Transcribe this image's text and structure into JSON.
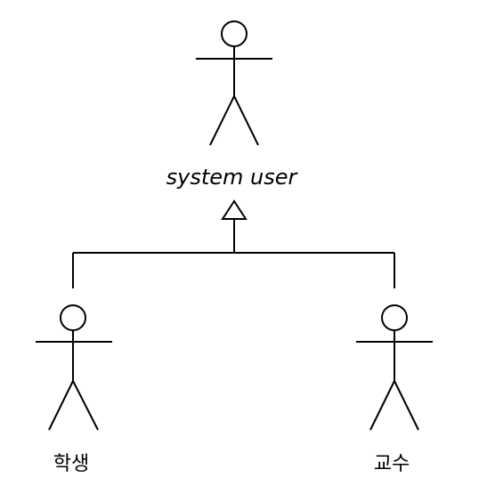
{
  "diagram": {
    "type": "uml-use-case-actor-generalization",
    "parent_actor": {
      "label": "system user"
    },
    "child_actors": [
      {
        "label": "학생"
      },
      {
        "label": "교수"
      }
    ],
    "relationship": "generalization",
    "colors": {
      "line": "#000000",
      "background": "#ffffff"
    }
  }
}
